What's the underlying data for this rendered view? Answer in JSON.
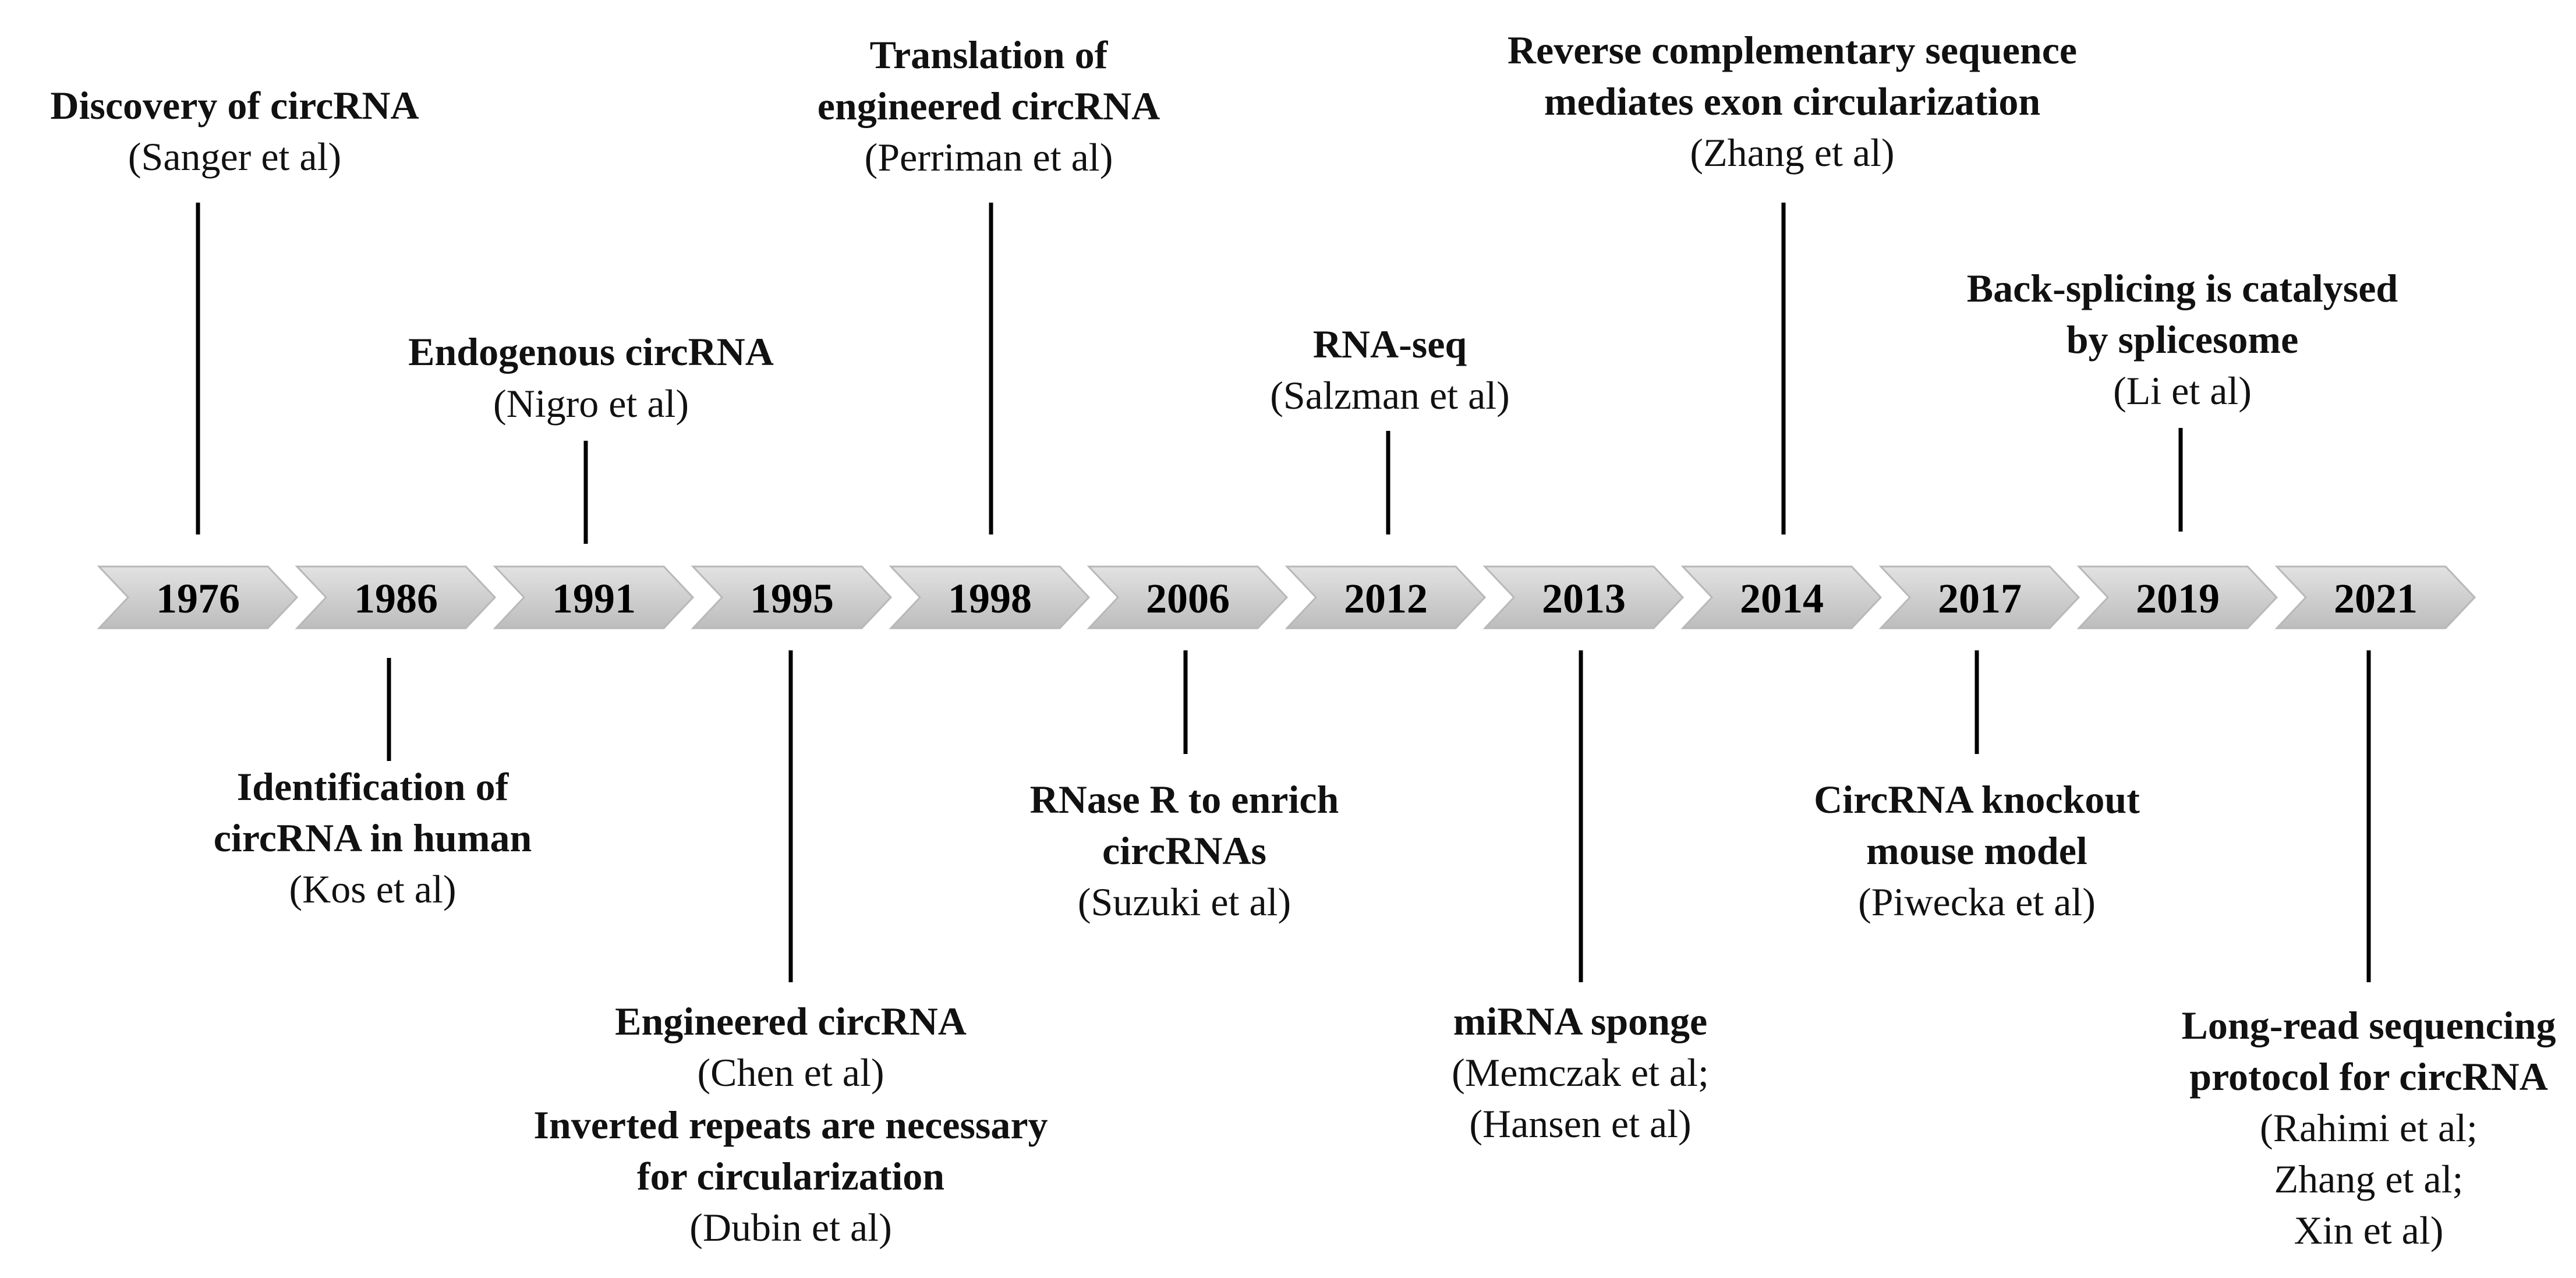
{
  "timeline": {
    "years": [
      "1976",
      "1986",
      "1991",
      "1995",
      "1998",
      "2006",
      "2012",
      "2013",
      "2014",
      "2017",
      "2019",
      "2021"
    ]
  },
  "events": {
    "e1976": {
      "title": [
        "Discovery of circRNA"
      ],
      "refs": [
        "(Sanger et al)"
      ]
    },
    "e1986": {
      "title": [
        "Identification of",
        "circRNA in human"
      ],
      "refs": [
        "(Kos et al)"
      ]
    },
    "e1991": {
      "title": [
        "Endogenous circRNA"
      ],
      "refs": [
        "(Nigro et al)"
      ]
    },
    "e1995a": {
      "title": [
        "Engineered circRNA"
      ],
      "refs": [
        "(Chen et al)"
      ]
    },
    "e1995b": {
      "title": [
        "Inverted repeats are necessary",
        "for circularization"
      ],
      "refs": [
        "(Dubin et al)"
      ]
    },
    "e1998": {
      "title": [
        "Translation of",
        "engineered circRNA"
      ],
      "refs": [
        "(Perriman et al)"
      ]
    },
    "e2006": {
      "title": [
        "RNase R to enrich",
        "circRNAs"
      ],
      "refs": [
        "(Suzuki et al)"
      ]
    },
    "e2012": {
      "title": [
        "RNA-seq"
      ],
      "refs": [
        "(Salzman et al)"
      ]
    },
    "e2013": {
      "title": [
        "miRNA sponge"
      ],
      "refs": [
        "(Memczak et al;",
        "(Hansen et al)"
      ]
    },
    "e2014": {
      "title": [
        "Reverse complementary sequence",
        "mediates exon circularization"
      ],
      "refs": [
        "(Zhang et al)"
      ]
    },
    "e2017": {
      "title": [
        "CircRNA  knockout",
        "mouse model"
      ],
      "refs": [
        "(Piwecka et al)"
      ]
    },
    "e2019": {
      "title": [
        "Back-splicing is catalysed",
        "by splicesome"
      ],
      "refs": [
        "(Li et al)"
      ]
    },
    "e2021": {
      "title": [
        "Long-read sequencing",
        "protocol for circRNA"
      ],
      "refs": [
        "(Rahimi et al;",
        "Zhang et al;",
        "Xin et al)"
      ]
    }
  }
}
